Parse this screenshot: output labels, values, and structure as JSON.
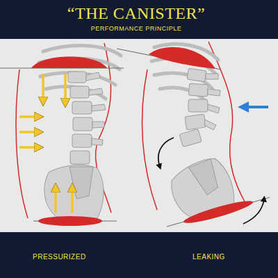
{
  "diagram": {
    "title": "“THE CANISTER”",
    "labels": [
      "PERFORMANCE PRINCIPLE",
      "PRESSURIZED",
      "LEAKING"
    ]
  }
}
